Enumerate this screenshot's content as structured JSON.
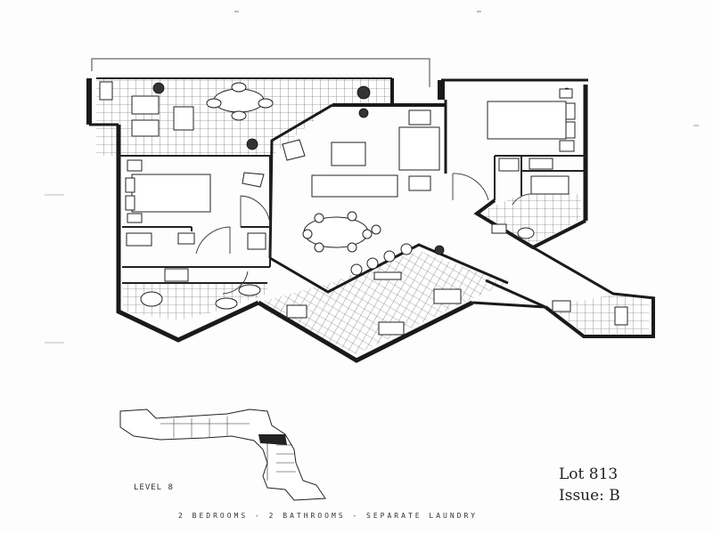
{
  "lot": {
    "number": "Lot 813",
    "issue": "Issue: B"
  },
  "key_plan": {
    "level": "LEVEL 8"
  },
  "caption": "2 BEDROOMS  -  2 BATHROOMS  -  SEPARATE LAUNDRY",
  "colors": {
    "wall": "#1a1a1a",
    "line": "#333333",
    "paper": "#fdfdfd"
  }
}
